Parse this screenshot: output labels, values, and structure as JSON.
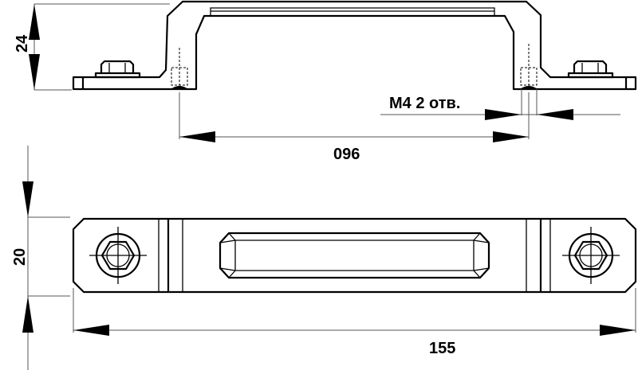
{
  "drawing": {
    "dimensions": {
      "height": "24",
      "hole_spacing": "096",
      "thread": "M4 2 отв.",
      "width": "20",
      "length": "155"
    },
    "colors": {
      "line": "#000000",
      "dimension_line": "#555555"
    }
  }
}
